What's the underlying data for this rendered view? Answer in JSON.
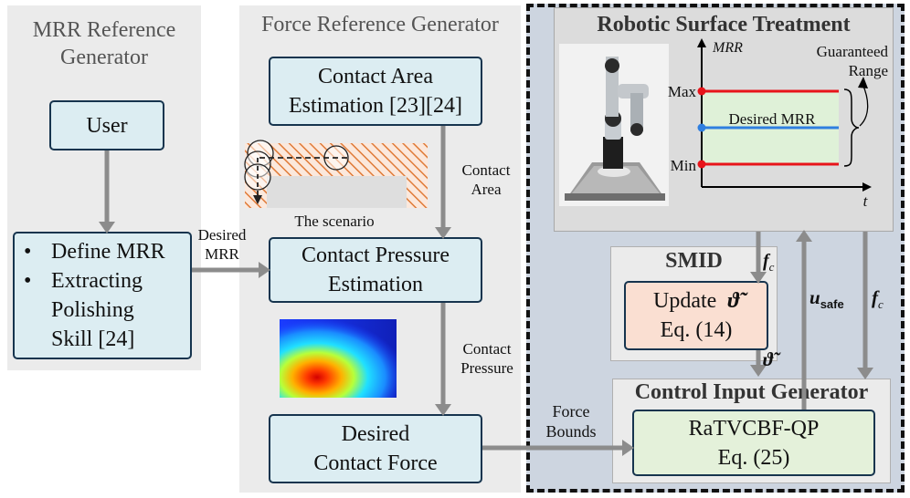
{
  "colors": {
    "panel_gray": "#ebebeb",
    "panel_blue": "#cdd5e0",
    "box_blue": "#dcedf2",
    "box_peach": "#fadfd2",
    "box_green": "#e4f1da",
    "border": "#16344e",
    "arrow": "#8c8c8c",
    "max_min_line": "#e8141a",
    "desired_line": "#2f7fe0",
    "band_fill": "#dff1d8"
  },
  "mrr_panel": {
    "title_line1": "MRR Reference",
    "title_line2": "Generator",
    "user_box": "User",
    "bullets": [
      "Define MRR",
      "Extracting Polishing Skill [24]"
    ]
  },
  "force_panel": {
    "title": "Force Reference Generator",
    "contact_area_box_line1": "Contact Area",
    "contact_area_box_line2": "Estimation [23][24]",
    "scenario_caption": "The scenario",
    "contact_pressure_box_line1": "Contact Pressure",
    "contact_pressure_box_line2": "Estimation",
    "desired_force_box_line1": "Desired",
    "desired_force_box_line2": "Contact Force"
  },
  "edge_labels": {
    "desired_mrr_line1": "Desired",
    "desired_mrr_line2": "MRR",
    "contact_area_line1": "Contact",
    "contact_area_line2": "Area",
    "contact_pressure_line1": "Contact",
    "contact_pressure_line2": "Pressure",
    "force_bounds_line1": "Force",
    "force_bounds_line2": "Bounds",
    "f_c": "f",
    "f_c_sub": "c",
    "u_safe": "u",
    "u_safe_sub": "safe",
    "theta_tilde": "ϑ̃"
  },
  "robot_panel": {
    "title": "Robotic Surface Treatment",
    "plot_axis_y": "MRR",
    "plot_axis_x": "t",
    "max_label": "Max",
    "min_label": "Min",
    "desired_label": "Desired MRR",
    "guaranteed_line1": "Guaranteed",
    "guaranteed_line2": "Range"
  },
  "smid_panel": {
    "title": "SMID",
    "update_box_line1": "Update",
    "update_box_symbol": "ϑ̃",
    "update_box_line2": "Eq. (14)"
  },
  "control_panel": {
    "title": "Control Input Generator",
    "qp_box_line1": "RaTVCBF-QP",
    "qp_box_line2": "Eq. (25)"
  }
}
